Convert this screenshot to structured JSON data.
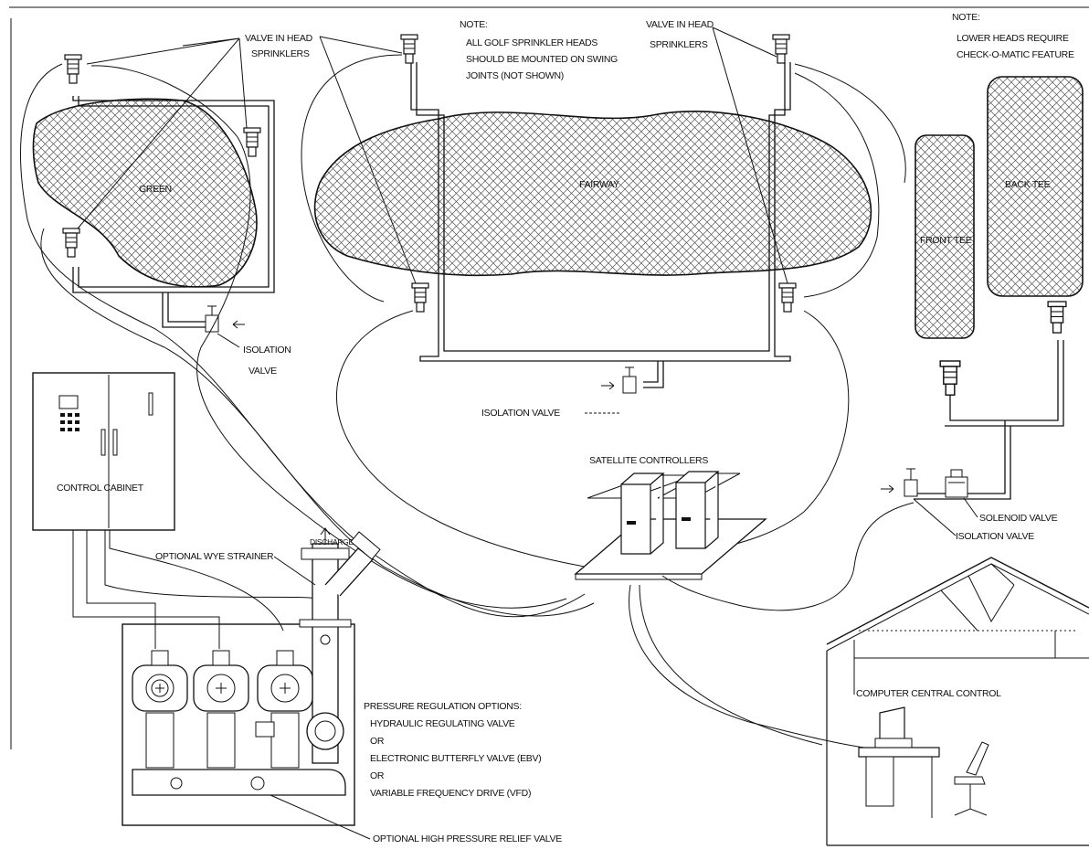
{
  "labels": {
    "valve_in_head_left": [
      "VALVE IN HEAD",
      "SPRINKLERS"
    ],
    "valve_in_head_right": [
      "VALVE IN HEAD",
      "SPRINKLERS"
    ],
    "note_golf": [
      "NOTE:",
      "ALL GOLF SPRINKLER HEADS",
      "SHOULD BE MOUNTED ON SWING",
      "JOINTS (NOT SHOWN)"
    ],
    "note_lower": [
      "NOTE:",
      "LOWER HEADS REQUIRE",
      "CHECK-O-MATIC FEATURE"
    ],
    "green": "GREEN",
    "fairway": "FAIRWAY",
    "front_tee": "FRONT TEE",
    "back_tee": "BACK TEE",
    "isolation_valve_green": [
      "ISOLATION",
      "VALVE"
    ],
    "isolation_valve_fairway": "ISOLATION VALVE",
    "isolation_valve_tee": "ISOLATION VALVE",
    "solenoid_valve": "SOLENOID VALVE",
    "satellite_controllers": "SATELLITE CONTROLLERS",
    "control_cabinet": "CONTROL CABINET",
    "optional_wye_strainer": "OPTIONAL WYE STRAINER",
    "discharge": "DISCHARGE",
    "pressure_regulation": [
      "PRESSURE REGULATION OPTIONS:",
      "HYDRAULIC REGULATING VALVE",
      "OR",
      "ELECTRONIC BUTTERFLY VALVE (EBV)",
      "OR",
      "VARIABLE FREQUENCY DRIVE (VFD)"
    ],
    "relief_valve": "OPTIONAL HIGH PRESSURE RELIEF VALVE",
    "computer_central_control": "COMPUTER CENTRAL CONTROL"
  }
}
